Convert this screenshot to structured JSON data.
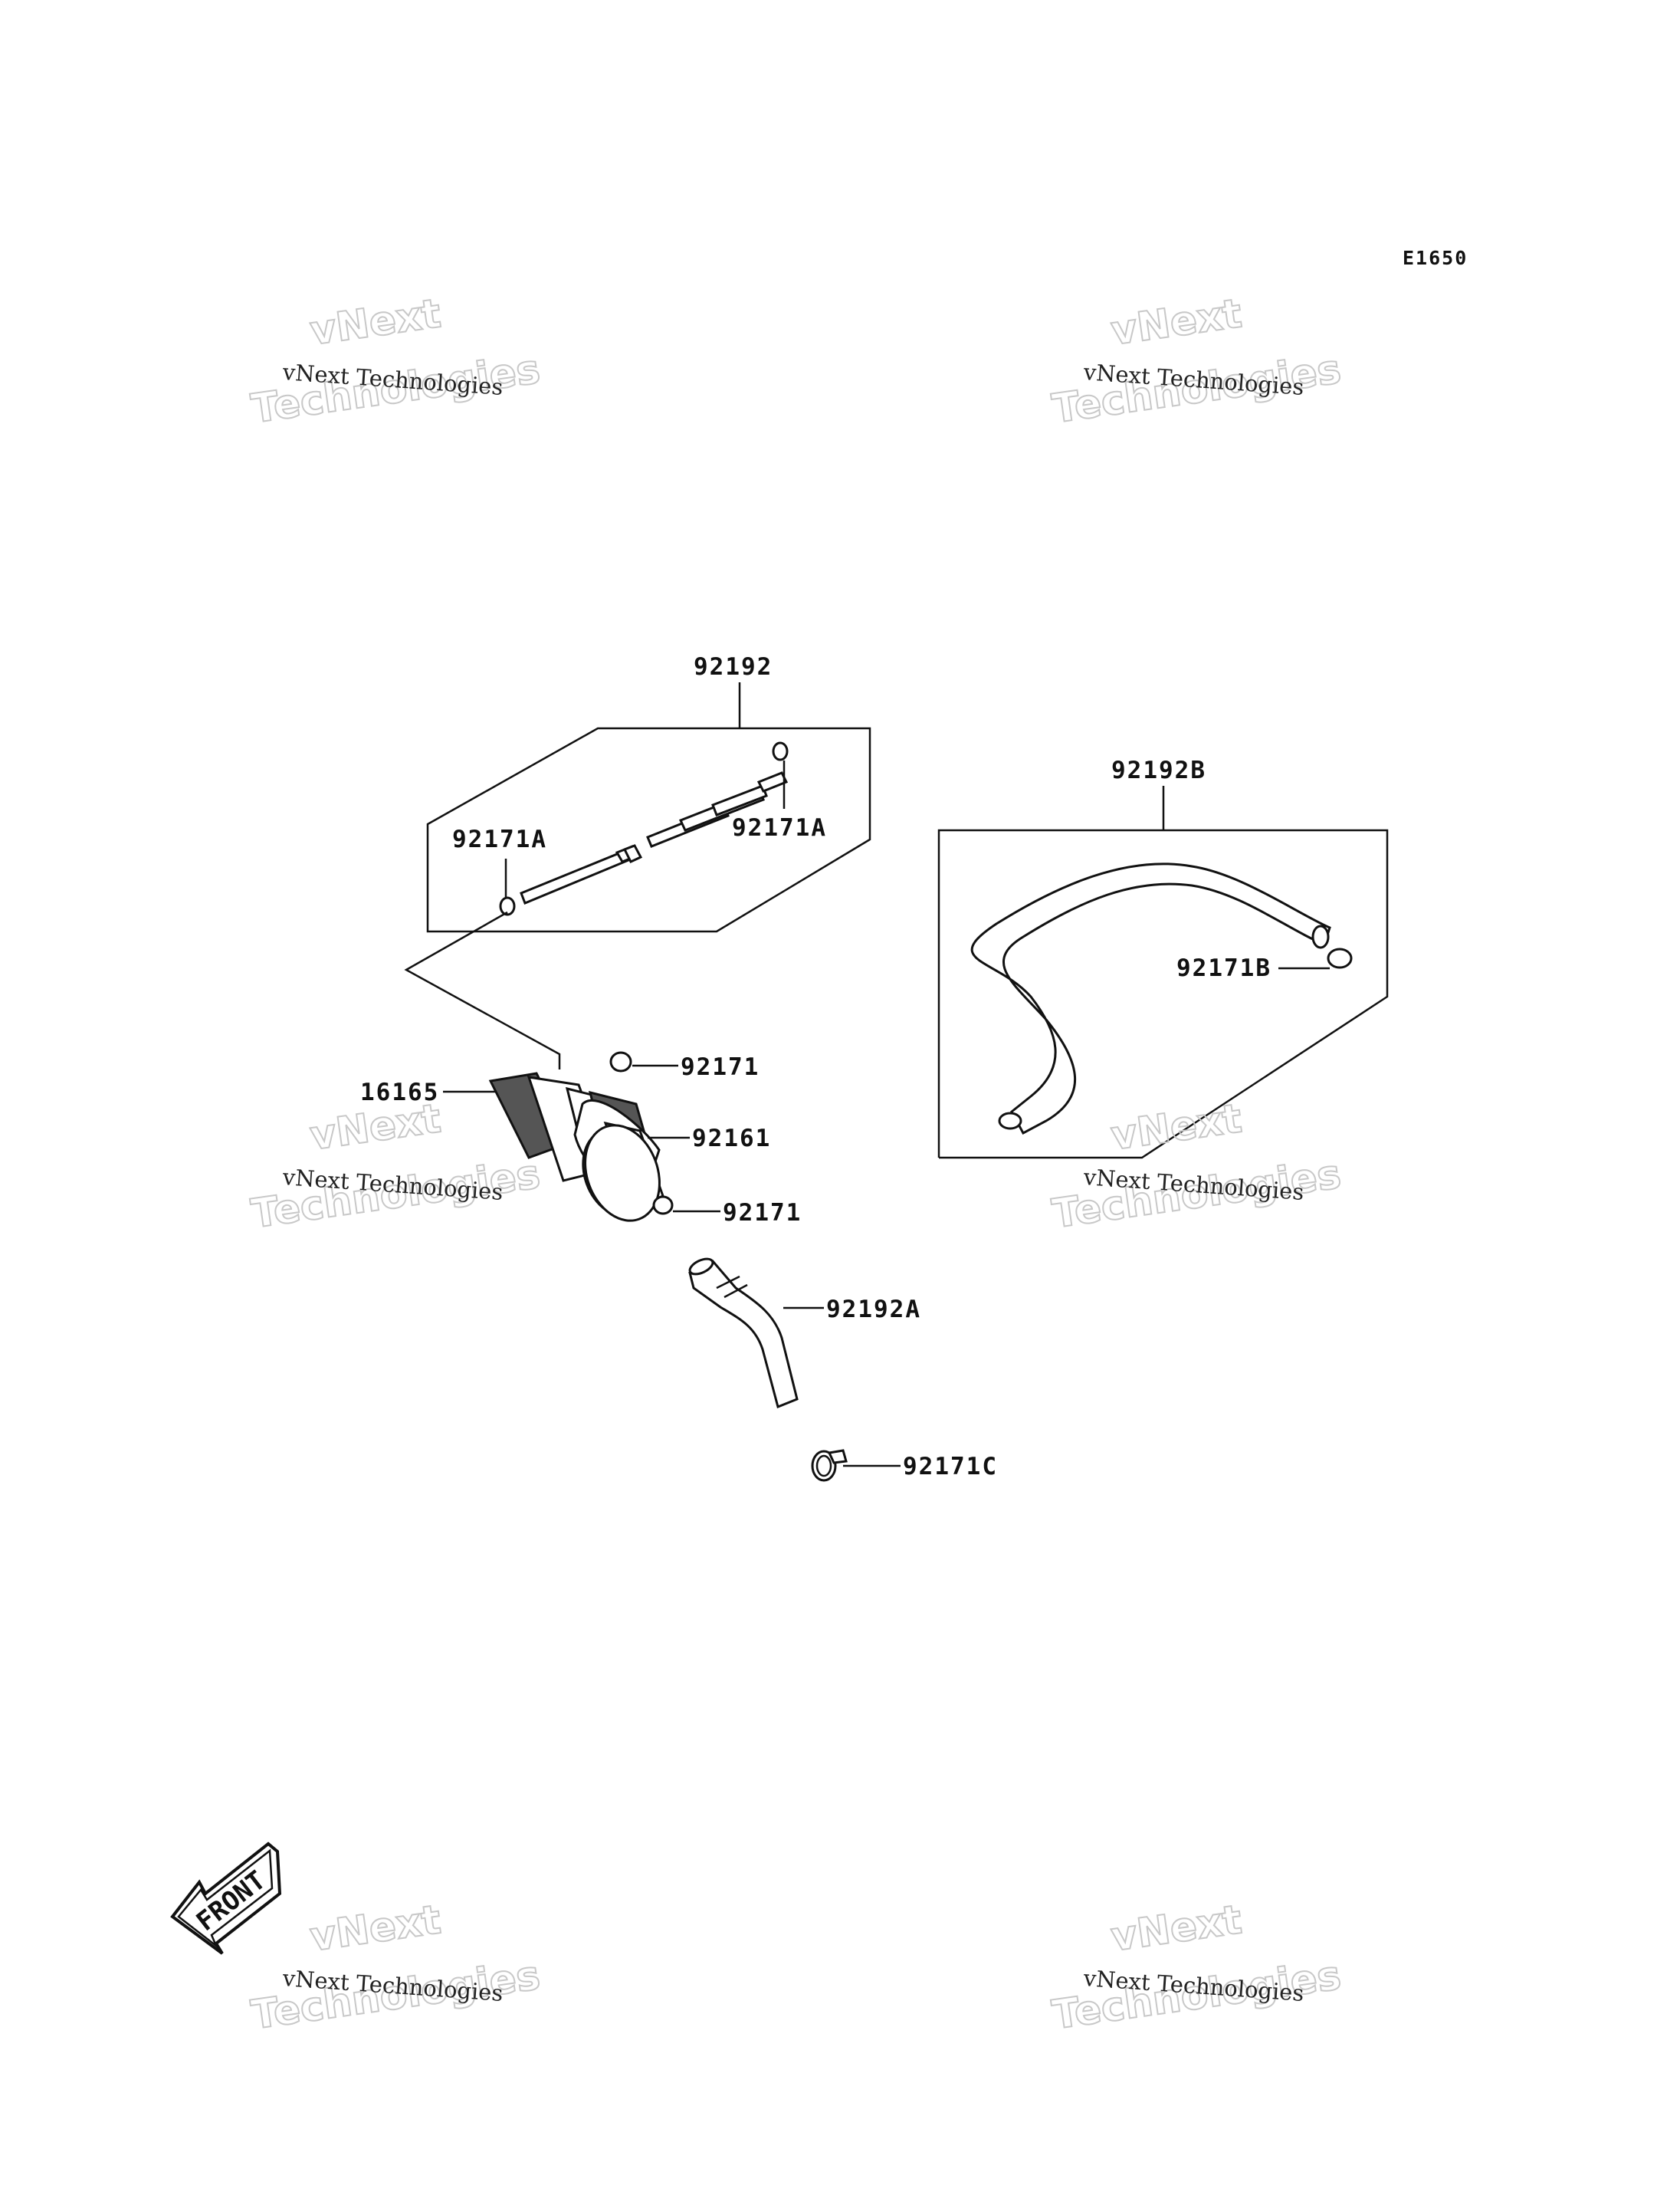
{
  "diagram_code": "E1650",
  "parts": {
    "hose_assembly_top": "92192",
    "clamp_top_right": "92171A",
    "clamp_top_left": "92171A",
    "hose_b": "92192B",
    "clamp_b": "92171B",
    "clamp_upper": "92171",
    "fuel_pump": "16165",
    "filter": "92161",
    "clamp_lower": "92171",
    "hose_a": "92192A",
    "clamp_c": "92171C"
  },
  "front_arrow": "FRONT",
  "watermark": {
    "small": "vNext Technologies",
    "big_1": "vNext",
    "big_2": "Technologies"
  }
}
